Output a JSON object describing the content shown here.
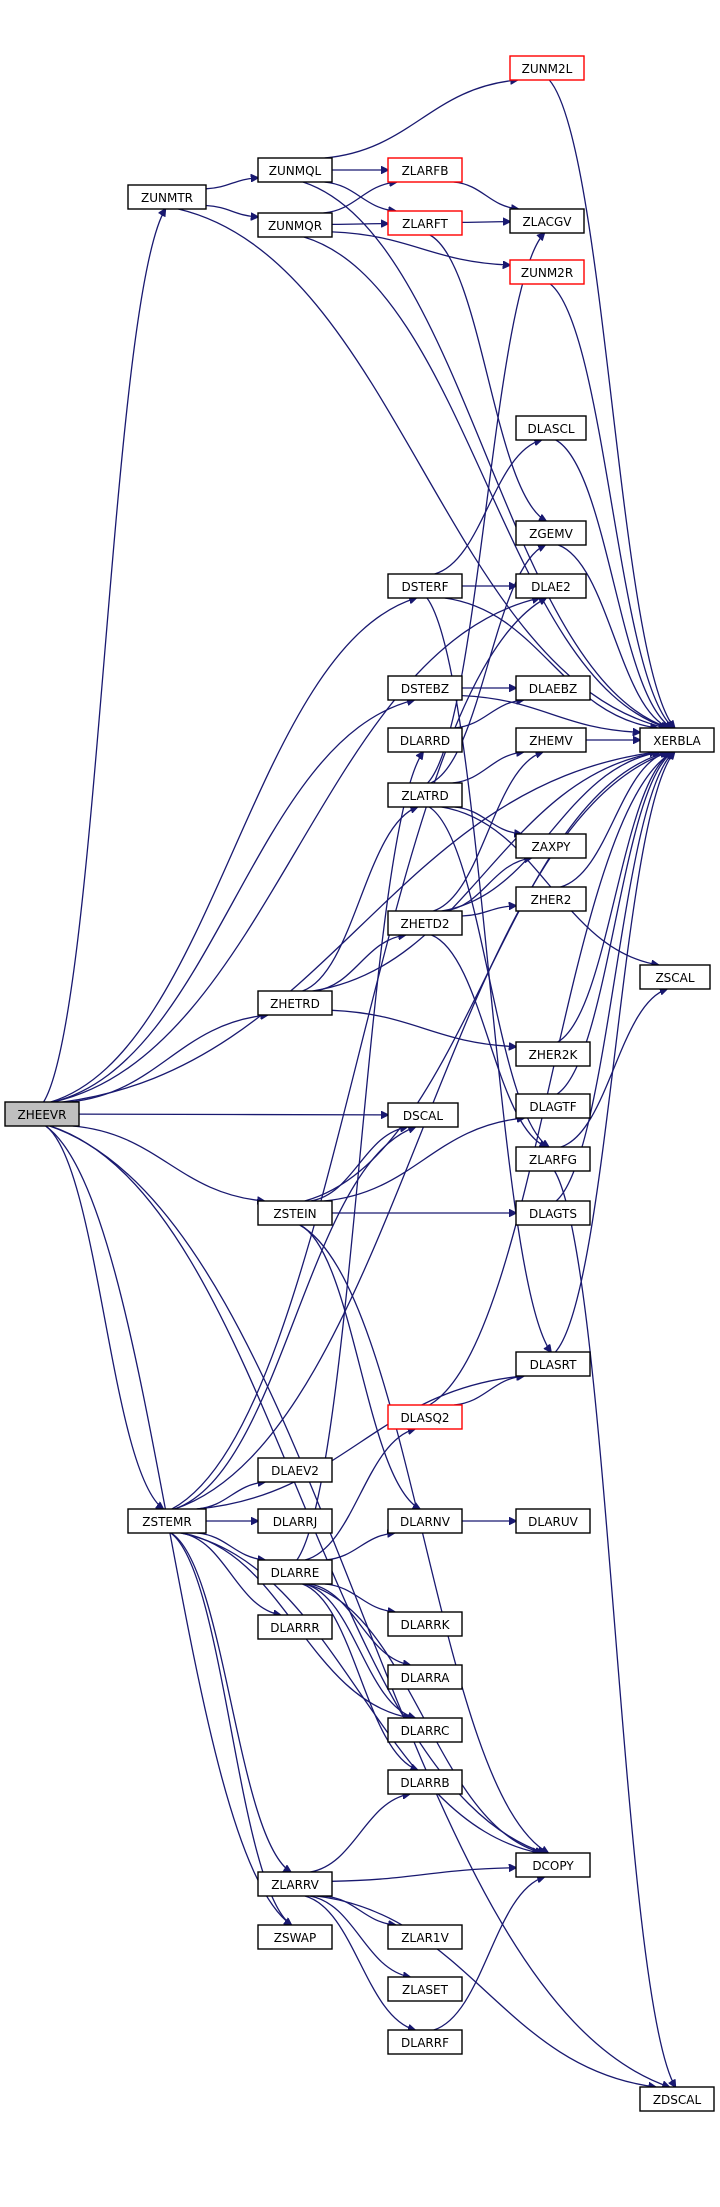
{
  "graph": {
    "edge_color": "#191970",
    "highlight_border_color": "#ff0000",
    "root_fill": "#bfbfbf",
    "nodes": [
      {
        "id": "ZHEEVR",
        "label": "ZHEEVR",
        "root": true
      },
      {
        "id": "ZUNMTR",
        "label": "ZUNMTR"
      },
      {
        "id": "ZUNMQL",
        "label": "ZUNMQL"
      },
      {
        "id": "ZUNMQR",
        "label": "ZUNMQR"
      },
      {
        "id": "ZUNM2L",
        "label": "ZUNM2L",
        "red": true
      },
      {
        "id": "ZLARFB",
        "label": "ZLARFB",
        "red": true
      },
      {
        "id": "ZLARFT",
        "label": "ZLARFT",
        "red": true
      },
      {
        "id": "ZLACGV",
        "label": "ZLACGV"
      },
      {
        "id": "ZUNM2R",
        "label": "ZUNM2R",
        "red": true
      },
      {
        "id": "DLASCL",
        "label": "DLASCL"
      },
      {
        "id": "ZGEMV",
        "label": "ZGEMV"
      },
      {
        "id": "DSTERF",
        "label": "DSTERF"
      },
      {
        "id": "DLAE2",
        "label": "DLAE2"
      },
      {
        "id": "DSTEBZ",
        "label": "DSTEBZ"
      },
      {
        "id": "DLAEBZ",
        "label": "DLAEBZ"
      },
      {
        "id": "DLARRD",
        "label": "DLARRD"
      },
      {
        "id": "ZHEMV",
        "label": "ZHEMV"
      },
      {
        "id": "XERBLA",
        "label": "XERBLA"
      },
      {
        "id": "ZLATRD",
        "label": "ZLATRD"
      },
      {
        "id": "ZAXPY",
        "label": "ZAXPY"
      },
      {
        "id": "ZHER2",
        "label": "ZHER2"
      },
      {
        "id": "ZHETD2",
        "label": "ZHETD2"
      },
      {
        "id": "ZSCAL",
        "label": "ZSCAL"
      },
      {
        "id": "ZHETRD",
        "label": "ZHETRD"
      },
      {
        "id": "ZHER2K",
        "label": "ZHER2K"
      },
      {
        "id": "DLAGTF",
        "label": "DLAGTF"
      },
      {
        "id": "DSCAL",
        "label": "DSCAL"
      },
      {
        "id": "ZLARFG",
        "label": "ZLARFG"
      },
      {
        "id": "ZSTEIN",
        "label": "ZSTEIN"
      },
      {
        "id": "DLAGTS",
        "label": "DLAGTS"
      },
      {
        "id": "DLASRT",
        "label": "DLASRT"
      },
      {
        "id": "DLASQ2",
        "label": "DLASQ2",
        "red": true
      },
      {
        "id": "DLAEV2",
        "label": "DLAEV2"
      },
      {
        "id": "ZSTEMR",
        "label": "ZSTEMR"
      },
      {
        "id": "DLARRJ",
        "label": "DLARRJ"
      },
      {
        "id": "DLARNV",
        "label": "DLARNV"
      },
      {
        "id": "DLARUV",
        "label": "DLARUV"
      },
      {
        "id": "DLARRE",
        "label": "DLARRE"
      },
      {
        "id": "DLARRK",
        "label": "DLARRK"
      },
      {
        "id": "DLARRR",
        "label": "DLARRR"
      },
      {
        "id": "DLARRA",
        "label": "DLARRA"
      },
      {
        "id": "DLARRC",
        "label": "DLARRC"
      },
      {
        "id": "DLARRB",
        "label": "DLARRB"
      },
      {
        "id": "DCOPY",
        "label": "DCOPY"
      },
      {
        "id": "ZLARRV",
        "label": "ZLARRV"
      },
      {
        "id": "ZSWAP",
        "label": "ZSWAP"
      },
      {
        "id": "ZLAR1V",
        "label": "ZLAR1V"
      },
      {
        "id": "ZLASET",
        "label": "ZLASET"
      },
      {
        "id": "DLARRF",
        "label": "DLARRF"
      },
      {
        "id": "ZDSCAL",
        "label": "ZDSCAL"
      }
    ],
    "edges": [
      [
        "ZHEEVR",
        "ZUNMTR"
      ],
      [
        "ZHEEVR",
        "XERBLA"
      ],
      [
        "ZHEEVR",
        "DSTERF"
      ],
      [
        "ZHEEVR",
        "DLAE2"
      ],
      [
        "ZHEEVR",
        "DSTEBZ"
      ],
      [
        "ZHEEVR",
        "ZHETRD"
      ],
      [
        "ZHEEVR",
        "DSCAL"
      ],
      [
        "ZHEEVR",
        "ZSTEIN"
      ],
      [
        "ZHEEVR",
        "ZSTEMR"
      ],
      [
        "ZHEEVR",
        "ZSWAP"
      ],
      [
        "ZHEEVR",
        "DCOPY"
      ],
      [
        "ZHEEVR",
        "ZDSCAL"
      ],
      [
        "ZUNMTR",
        "ZUNMQL"
      ],
      [
        "ZUNMTR",
        "ZUNMQR"
      ],
      [
        "ZUNMTR",
        "XERBLA"
      ],
      [
        "ZUNMQL",
        "ZUNM2L"
      ],
      [
        "ZUNMQL",
        "ZLARFB"
      ],
      [
        "ZUNMQL",
        "ZLARFT"
      ],
      [
        "ZUNMQL",
        "XERBLA"
      ],
      [
        "ZUNMQR",
        "ZLARFB"
      ],
      [
        "ZUNMQR",
        "ZLARFT"
      ],
      [
        "ZUNMQR",
        "ZUNM2R"
      ],
      [
        "ZUNMQR",
        "XERBLA"
      ],
      [
        "ZUNM2L",
        "XERBLA"
      ],
      [
        "ZUNM2R",
        "XERBLA"
      ],
      [
        "ZLARFB",
        "ZLACGV"
      ],
      [
        "ZLARFT",
        "ZLACGV"
      ],
      [
        "ZLARFT",
        "ZGEMV"
      ],
      [
        "DSTERF",
        "DLASCL"
      ],
      [
        "DSTERF",
        "DLAE2"
      ],
      [
        "DSTERF",
        "XERBLA"
      ],
      [
        "DSTERF",
        "DLASRT"
      ],
      [
        "DLASCL",
        "XERBLA"
      ],
      [
        "ZGEMV",
        "XERBLA"
      ],
      [
        "DSTEBZ",
        "DLAEBZ"
      ],
      [
        "DSTEBZ",
        "XERBLA"
      ],
      [
        "DLARRD",
        "DLAEBZ"
      ],
      [
        "ZHEMV",
        "XERBLA"
      ],
      [
        "ZLATRD",
        "ZHEMV"
      ],
      [
        "ZLATRD",
        "ZAXPY"
      ],
      [
        "ZLATRD",
        "ZGEMV"
      ],
      [
        "ZLATRD",
        "ZLACGV"
      ],
      [
        "ZLATRD",
        "ZSCAL"
      ],
      [
        "ZLATRD",
        "ZLARFG"
      ],
      [
        "ZHETD2",
        "ZHER2"
      ],
      [
        "ZHETD2",
        "ZAXPY"
      ],
      [
        "ZHETD2",
        "ZHEMV"
      ],
      [
        "ZHETD2",
        "ZLARFG"
      ],
      [
        "ZHETD2",
        "XERBLA"
      ],
      [
        "ZHER2",
        "XERBLA"
      ],
      [
        "ZHETRD",
        "ZLATRD"
      ],
      [
        "ZHETRD",
        "ZHETD2"
      ],
      [
        "ZHETRD",
        "ZHER2K"
      ],
      [
        "ZHETRD",
        "XERBLA"
      ],
      [
        "ZHER2K",
        "XERBLA"
      ],
      [
        "DLAGTF",
        "XERBLA"
      ],
      [
        "ZLARFG",
        "ZSCAL"
      ],
      [
        "ZLARFG",
        "ZDSCAL"
      ],
      [
        "ZSTEIN",
        "DSCAL"
      ],
      [
        "ZSTEIN",
        "DLAGTF"
      ],
      [
        "ZSTEIN",
        "DLAGTS"
      ],
      [
        "ZSTEIN",
        "XERBLA"
      ],
      [
        "ZSTEIN",
        "DLARNV"
      ],
      [
        "ZSTEIN",
        "DCOPY"
      ],
      [
        "DLAGTS",
        "XERBLA"
      ],
      [
        "DLASRT",
        "XERBLA"
      ],
      [
        "DLASQ2",
        "DLASRT"
      ],
      [
        "DLASQ2",
        "XERBLA"
      ],
      [
        "ZSTEMR",
        "DLAEV2"
      ],
      [
        "ZSTEMR",
        "DLARRJ"
      ],
      [
        "ZSTEMR",
        "DLARRE"
      ],
      [
        "ZSTEMR",
        "DLARRR"
      ],
      [
        "ZSTEMR",
        "DLARRC"
      ],
      [
        "ZSTEMR",
        "ZLARRV"
      ],
      [
        "ZSTEMR",
        "DCOPY"
      ],
      [
        "ZSTEMR",
        "DSCAL"
      ],
      [
        "ZSTEMR",
        "DLASRT"
      ],
      [
        "ZSTEMR",
        "DLAE2"
      ],
      [
        "ZSTEMR",
        "XERBLA"
      ],
      [
        "ZSTEMR",
        "ZSWAP"
      ],
      [
        "DLARNV",
        "DLARUV"
      ],
      [
        "DLARRE",
        "DLASQ2"
      ],
      [
        "DLARRE",
        "DLARNV"
      ],
      [
        "DLARRE",
        "DLARRK"
      ],
      [
        "DLARRE",
        "DLARRA"
      ],
      [
        "DLARRE",
        "DLARRC"
      ],
      [
        "DLARRE",
        "DLARRB"
      ],
      [
        "DLARRE",
        "DLARRD"
      ],
      [
        "DLARRE",
        "DCOPY"
      ],
      [
        "ZLARRV",
        "DLARRB"
      ],
      [
        "ZLARRV",
        "DCOPY"
      ],
      [
        "ZLARRV",
        "ZLAR1V"
      ],
      [
        "ZLARRV",
        "ZLASET"
      ],
      [
        "ZLARRV",
        "DLARRF"
      ],
      [
        "ZLARRV",
        "ZDSCAL"
      ],
      [
        "DLARRF",
        "DCOPY"
      ]
    ]
  }
}
